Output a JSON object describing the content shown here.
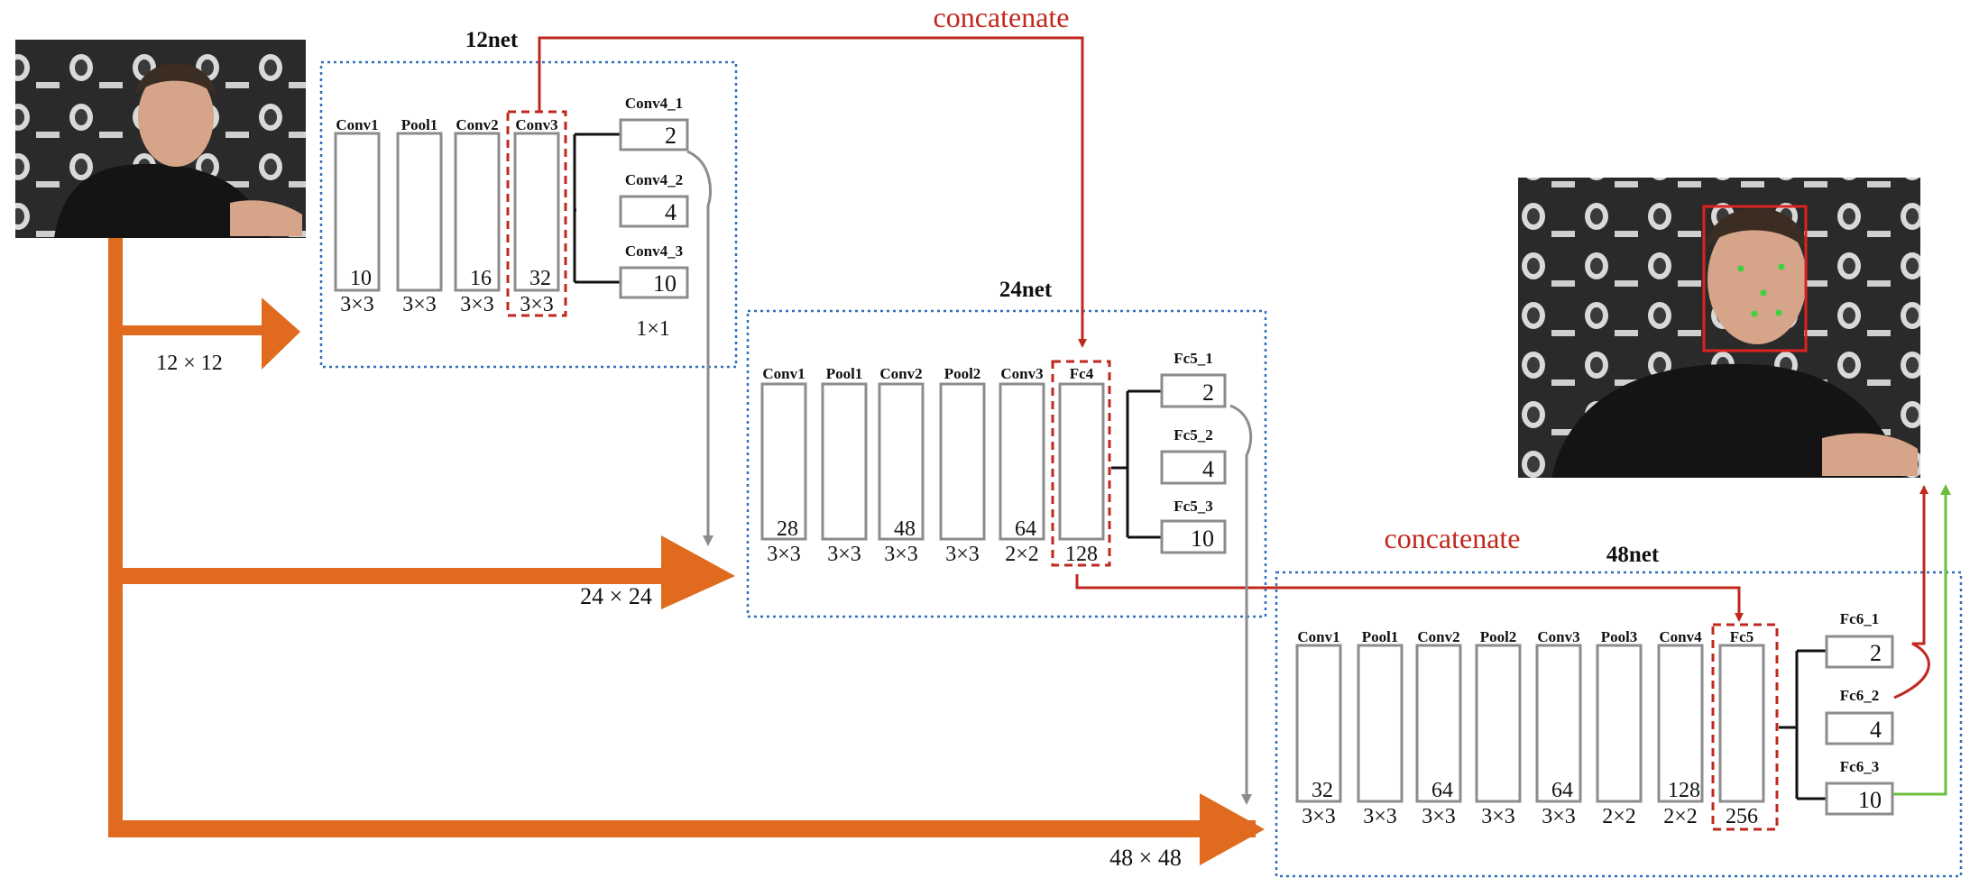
{
  "concat_labels": [
    "concatenate",
    "concatenate"
  ],
  "scales": [
    "12 × 12",
    "24 × 24",
    "48 × 48"
  ],
  "nets": [
    {
      "title": "12net",
      "layers": [
        {
          "name": "Conv1",
          "channels": "10",
          "kernel": "3×3"
        },
        {
          "name": "Pool1",
          "channels": "",
          "kernel": "3×3"
        },
        {
          "name": "Conv2",
          "channels": "16",
          "kernel": "3×3"
        },
        {
          "name": "Conv3",
          "channels": "32",
          "kernel": "3×3",
          "highlight": true
        }
      ],
      "outputs": [
        {
          "name": "Conv4_1",
          "value": "2"
        },
        {
          "name": "Conv4_2",
          "value": "4"
        },
        {
          "name": "Conv4_3",
          "value": "10"
        }
      ],
      "output_kernel": "1×1"
    },
    {
      "title": "24net",
      "layers": [
        {
          "name": "Conv1",
          "channels": "28",
          "kernel": "3×3"
        },
        {
          "name": "Pool1",
          "channels": "",
          "kernel": "3×3"
        },
        {
          "name": "Conv2",
          "channels": "48",
          "kernel": "3×3"
        },
        {
          "name": "Pool2",
          "channels": "",
          "kernel": "3×3"
        },
        {
          "name": "Conv3",
          "channels": "64",
          "kernel": "2×2"
        },
        {
          "name": "Fc4",
          "channels": "",
          "kernel": "128",
          "highlight": true
        }
      ],
      "outputs": [
        {
          "name": "Fc5_1",
          "value": "2"
        },
        {
          "name": "Fc5_2",
          "value": "4"
        },
        {
          "name": "Fc5_3",
          "value": "10"
        }
      ]
    },
    {
      "title": "48net",
      "layers": [
        {
          "name": "Conv1",
          "channels": "32",
          "kernel": "3×3"
        },
        {
          "name": "Pool1",
          "channels": "",
          "kernel": "3×3"
        },
        {
          "name": "Conv2",
          "channels": "64",
          "kernel": "3×3"
        },
        {
          "name": "Pool2",
          "channels": "",
          "kernel": "3×3"
        },
        {
          "name": "Conv3",
          "channels": "64",
          "kernel": "3×3"
        },
        {
          "name": "Pool3",
          "channels": "",
          "kernel": "2×2"
        },
        {
          "name": "Conv4",
          "channels": "128",
          "kernel": "2×2"
        },
        {
          "name": "Fc5",
          "channels": "",
          "kernel": "256",
          "highlight": true
        }
      ],
      "outputs": [
        {
          "name": "Fc6_1",
          "value": "2"
        },
        {
          "name": "Fc6_2",
          "value": "4"
        },
        {
          "name": "Fc6_3",
          "value": "10"
        }
      ]
    }
  ],
  "colors": {
    "orange": "#e06a1e",
    "red": "#c0281f",
    "green": "#6cbf3a",
    "gray": "#8c8c8c",
    "blue_dotted": "#2f6fbf"
  }
}
